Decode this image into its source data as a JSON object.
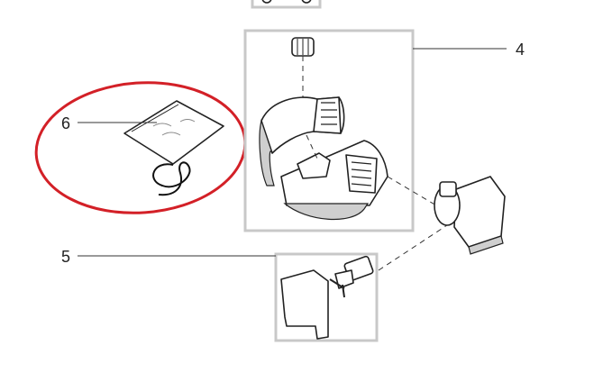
{
  "callouts": [
    {
      "label": "6"
    },
    {
      "label": "4"
    },
    {
      "label": "5"
    }
  ],
  "colors": {
    "highlight": "#d32027",
    "group_box": "#c8c8c8",
    "line": "#222222",
    "background": "#ffffff"
  },
  "highlighted_callout": "6"
}
